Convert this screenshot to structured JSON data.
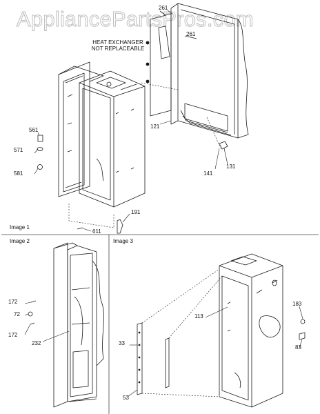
{
  "watermark": "AppliancePartsPros.com",
  "panels": [
    {
      "title": "Image 1"
    },
    {
      "title": "Image 2"
    },
    {
      "title": "Image 3"
    }
  ],
  "note": {
    "line1": "HEAT EXCHANGER",
    "line2": "NOT REPLACEABLE"
  },
  "callouts": {
    "p261a": "261",
    "p261b": "261",
    "p121": "121",
    "p131": "131",
    "p141": "141",
    "p561": "561",
    "p571": "571",
    "p581": "581",
    "p191": "191",
    "p611": "611",
    "p172a": "172",
    "p72": "72",
    "p172b": "172",
    "p232": "232",
    "p113": "113",
    "p183": "183",
    "p83": "83",
    "p33": "33",
    "p53": "53"
  },
  "colors": {
    "line": "#1a1a1a",
    "watermark_stroke": "#b8b8b8",
    "divider": "#444444"
  }
}
